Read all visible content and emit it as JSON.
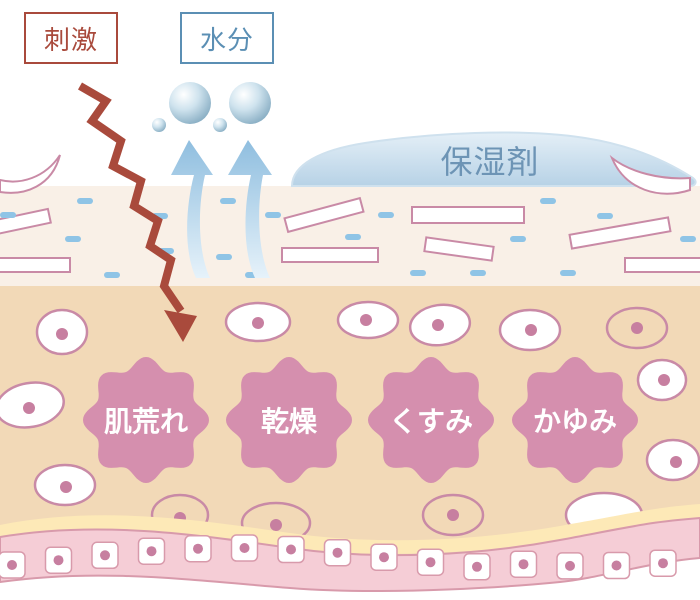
{
  "labels": {
    "stimulus": "刺激",
    "moisture": "水分",
    "moisturizer": "保湿剤"
  },
  "symptoms": [
    "肌荒れ",
    "乾燥",
    "くすみ",
    "かゆみ"
  ],
  "colors": {
    "stimulus": "#a94a3c",
    "moisture": "#5b8fb4",
    "moisturizer_fill": "#c6dceb",
    "horny_layer": "#f9f0e7",
    "cell_layer": "#f2d9b7",
    "cell_outline": "#c98aa6",
    "symptom_fill": "#d58fae",
    "water_marks": "#8fc4e6",
    "basal_fill": "#f5cdd6",
    "arrow_fill": "#b5d8ee"
  }
}
